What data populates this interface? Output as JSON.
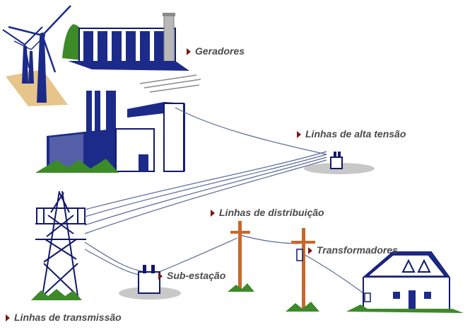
{
  "labels": {
    "geradores": "Geradores",
    "alta_tensao": "Linhas de alta tensão",
    "distribuicao": "Linhas de distribuição",
    "transformadores": "Transformadores",
    "subestacao": "Sub-estação",
    "transmissao": "Linhas de transmissão"
  },
  "colors": {
    "structure": "#1c2a8a",
    "structure_dark": "#12186a",
    "grass": "#3c8a28",
    "pole": "#c8682a",
    "ground_shadow": "#c8c8c8",
    "wire": "#5a6a9a",
    "bullet": "#7a1a12",
    "label_text": "#4a4a4a"
  },
  "icons": [
    "wind-turbine-icon",
    "hydro-dam-icon",
    "power-plant-icon",
    "transmission-tower-icon",
    "substation-icon",
    "utility-pole-icon",
    "transformer-pole-icon",
    "house-icon"
  ]
}
